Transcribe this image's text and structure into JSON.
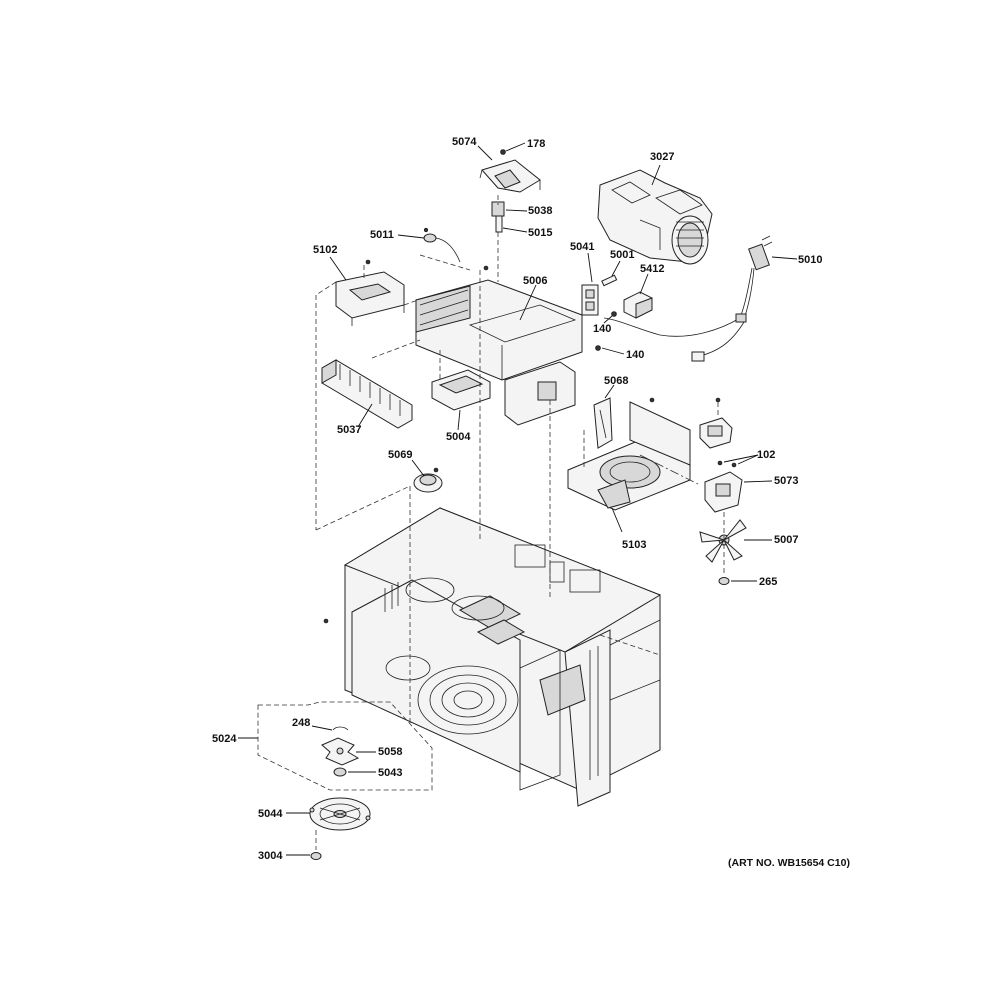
{
  "callouts": {
    "c5074": "5074",
    "c178": "178",
    "c3027": "3027",
    "c5038": "5038",
    "c5015": "5015",
    "c5011": "5011",
    "c5041": "5041",
    "c5001": "5001",
    "c5412": "5412",
    "c5010": "5010",
    "c5102": "5102",
    "c5006": "5006",
    "c140a": "140",
    "c140b": "140",
    "c5037": "5037",
    "c5004": "5004",
    "c5068": "5068",
    "c102": "102",
    "c5073": "5073",
    "c5069": "5069",
    "c5103": "5103",
    "c5007": "5007",
    "c265": "265",
    "c5024": "5024",
    "c248": "248",
    "c5058": "5058",
    "c5043": "5043",
    "c5044": "5044",
    "c3004": "3004"
  },
  "art_number": "(ART NO. WB15654 C10)"
}
